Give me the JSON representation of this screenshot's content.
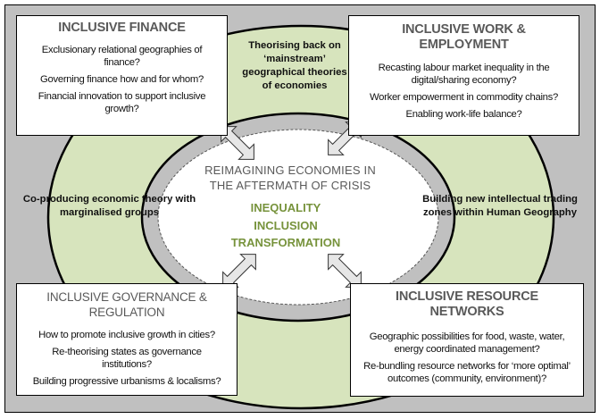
{
  "center": {
    "title_line1": "REIMAGINING ECONOMIES IN",
    "title_line2": "THE AFTERMATH OF CRISIS",
    "themes": [
      "INEQUALITY",
      "INCLUSION",
      "TRANSFORMATION"
    ]
  },
  "ring_labels": {
    "top": [
      "Theorising back on",
      "‘mainstream’",
      "geographical theories",
      "of economies"
    ],
    "left": [
      "Co-producing economic theory with",
      "marginalised groups"
    ],
    "right": [
      "Building new intellectual trading",
      "zones within Human Geography"
    ]
  },
  "boxes": {
    "finance": {
      "title": "INCLUSIVE FINANCE",
      "items": [
        "Exclusionary relational geographies of finance?",
        "Governing finance how and for whom?",
        "Financial innovation to support inclusive growth?"
      ]
    },
    "work": {
      "title_line1": "INCLUSIVE WORK &",
      "title_line2": "EMPLOYMENT",
      "items": [
        "Recasting labour market inequality in the digital/sharing economy?",
        "Worker empowerment in commodity chains?",
        "Enabling work-life balance?"
      ]
    },
    "governance": {
      "title_line1": "INCLUSIVE GOVERNANCE &",
      "title_line2": "REGULATION",
      "items": [
        "How to promote inclusive growth in cities?",
        "Re-theorising states as governance institutions?",
        "Building progressive urbanisms & localisms?"
      ]
    },
    "resource": {
      "title_line1": "INCLUSIVE RESOURCE",
      "title_line2": "NETWORKS",
      "items": [
        "Geographic possibilities for food, waste, water, energy coordinated management?",
        "Re-bundling resource networks for ‘more optimal’ outcomes (community, environment)?"
      ]
    }
  },
  "colors": {
    "frame": "#c0c0c0",
    "green": "#d7e4bd",
    "theme": "#77933c",
    "title": "#595959"
  }
}
